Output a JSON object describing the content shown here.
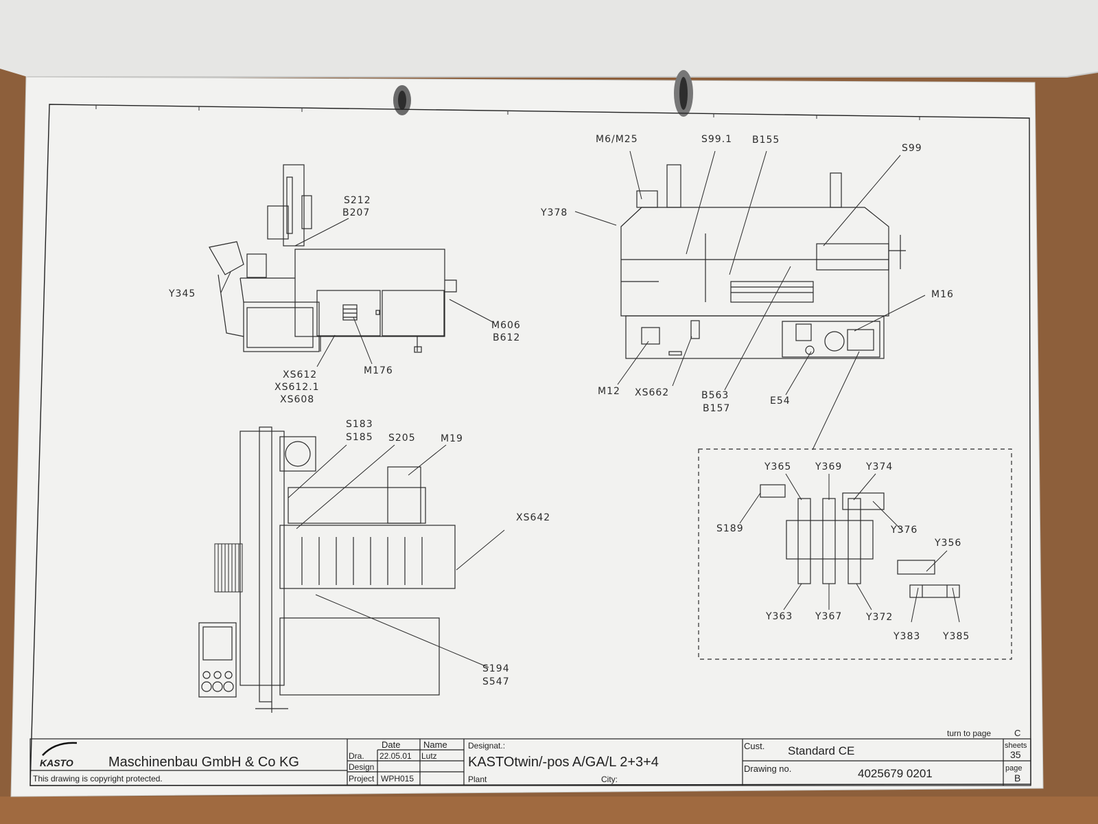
{
  "labels": {
    "side_view": {
      "s212": "S212",
      "b207": "B207",
      "y345": "Y345",
      "m606": "M606",
      "b612": "B612",
      "m176": "M176",
      "xs612": "XS612",
      "xs612_1": "XS612.1",
      "xs608": "XS608"
    },
    "front_view": {
      "m6_m25": "M6/M25",
      "s99_1": "S99.1",
      "b155": "B155",
      "s99": "S99",
      "y378": "Y378",
      "m16": "M16",
      "m12": "M12",
      "xs662": "XS662",
      "b563": "B563",
      "b157": "B157",
      "e54": "E54"
    },
    "top_view": {
      "s183": "S183",
      "s185": "S185",
      "s205": "S205",
      "m19": "M19",
      "xs642": "XS642",
      "s194": "S194",
      "s547": "S547"
    },
    "valve_detail": {
      "y365": "Y365",
      "y369": "Y369",
      "y374": "Y374",
      "s189": "S189",
      "y376": "Y376",
      "y356": "Y356",
      "y363": "Y363",
      "y367": "Y367",
      "y372": "Y372",
      "y383": "Y383",
      "y385": "Y385"
    }
  },
  "title_block": {
    "turn_to_page_label": "turn to page",
    "turn_to_page_value": "C",
    "logo": "KASTO",
    "company": "Maschinenbau GmbH & Co KG",
    "copyright": "This drawing is copyright protected.",
    "date_header": "Date",
    "name_header": "Name",
    "dra_label": "Dra.",
    "dra_date": "22.05.01",
    "dra_name": "Lutz",
    "design_label": "Design",
    "project_label": "Project",
    "project_value": "WPH015",
    "designat_label": "Designat.:",
    "designation": "KASTOtwin/-pos  A/GA/L  2+3+4",
    "plant_label": "Plant",
    "city_label": "City:",
    "cust_label": "Cust.",
    "cust_value": "Standard  CE",
    "drawing_no_label": "Drawing  no.",
    "drawing_no_value": "4025679  0201",
    "sheets_label": "sheets",
    "sheets_value": "35",
    "page_label": "page",
    "page_value": "B"
  }
}
